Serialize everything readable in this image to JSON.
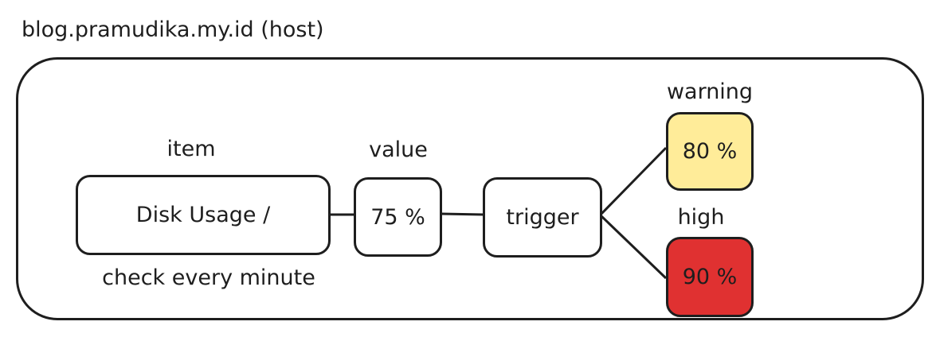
{
  "host": {
    "label": "blog.pramudika.my.id (host)"
  },
  "item": {
    "caption": "item",
    "name": "Disk Usage /",
    "interval": "check every minute"
  },
  "value": {
    "caption": "value",
    "text": "75 %"
  },
  "trigger": {
    "text": "trigger"
  },
  "thresholds": {
    "warning": {
      "caption": "warning",
      "text": "80 %",
      "color": "#ffec99"
    },
    "high": {
      "caption": "high",
      "text": "90 %",
      "color": "#e03131"
    }
  }
}
